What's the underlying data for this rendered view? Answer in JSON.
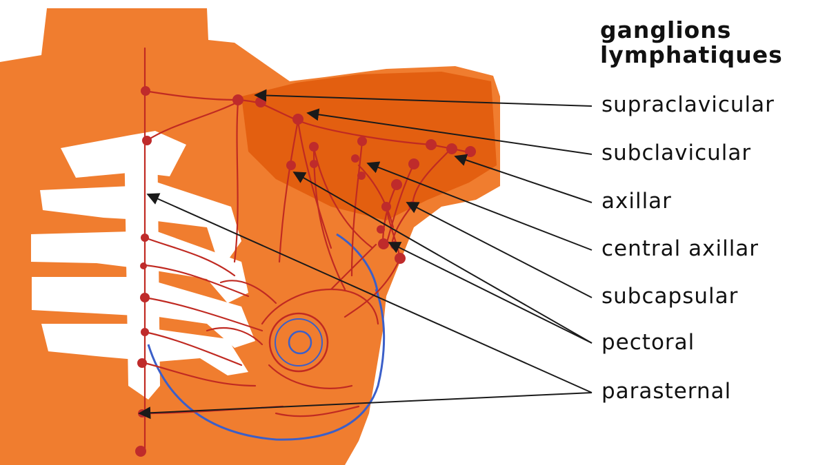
{
  "title": {
    "line1": "ganglions",
    "line2": "lymphatiques"
  },
  "labels": {
    "supraclavicular": "supraclavicular",
    "subclavicular": "subclavicular",
    "axillar": "axillar",
    "central_axillar": "central axillar",
    "subcapsular": "subcapsular",
    "pectoral": "pectoral",
    "parasternal": "parasternal"
  },
  "colors": {
    "skin": "#f07d2f",
    "shadow": "#e35f10",
    "lymph": "#c02a22",
    "node": "#bf2b2b",
    "blue": "#3b5fc9",
    "bone": "#ffffff",
    "leader": "#1a1a1a"
  }
}
